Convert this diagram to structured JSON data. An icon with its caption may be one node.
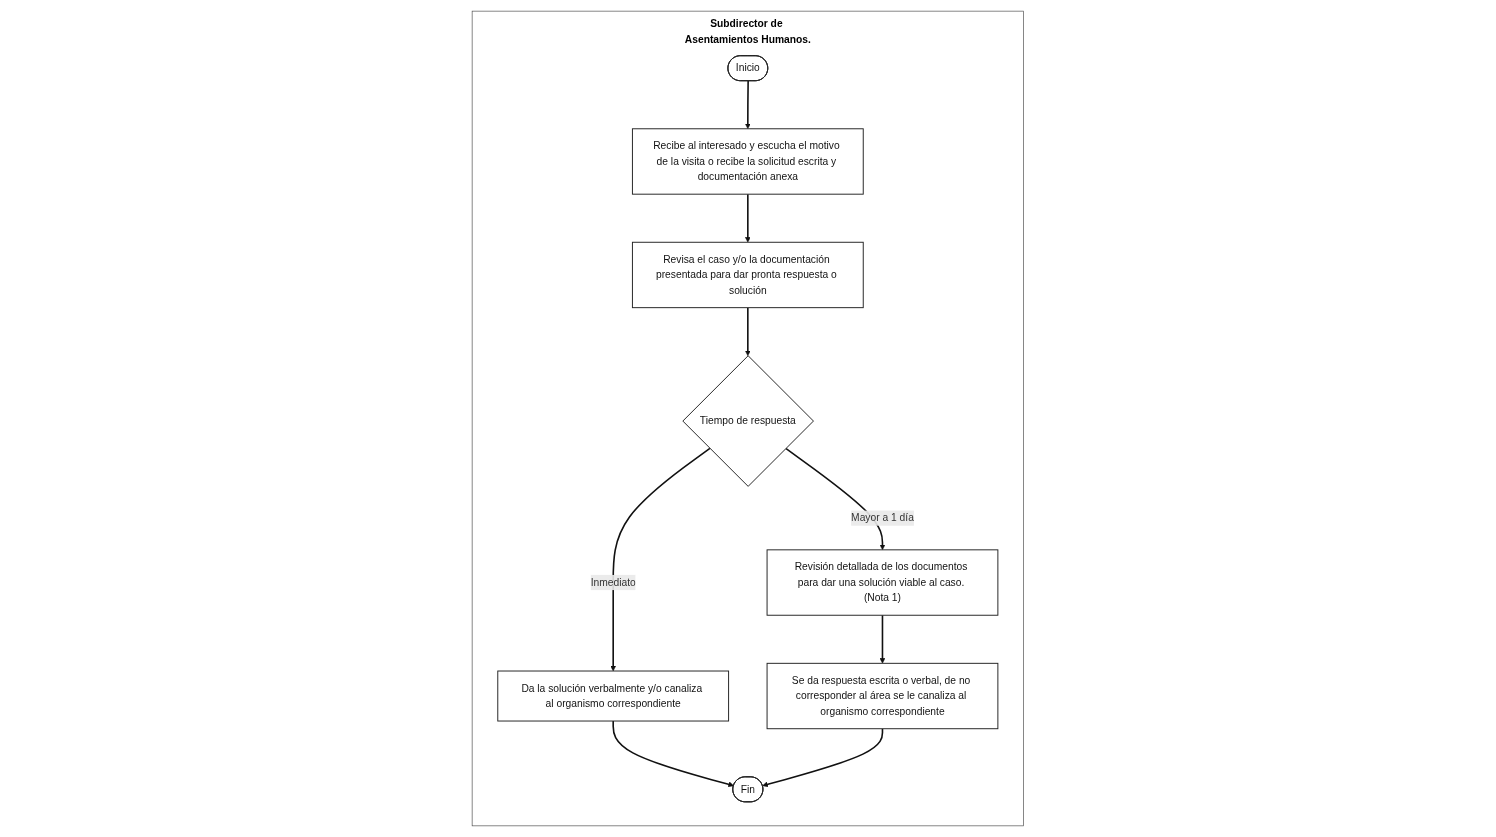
{
  "diagram": {
    "nodes": [
      {
        "text": [
          "Subdirector de Asentamientos Humanos."
        ]
      },
      {
        "text": [
          "Inicio"
        ],
        "in": 0
      },
      {
        "text": [
          "Recibe al interesado y escucha el motivo de la visita o recibe la solicitud escrita y documentación anexa"
        ],
        "in": 0
      },
      {
        "text": [
          "Revisa el caso y/o la documentación presentada para dar pronta respuesta o solución"
        ],
        "in": 0
      },
      {
        "text": [
          "Tiempo de respuesta"
        ],
        "in": 0
      },
      {
        "text": [
          "Revisión detallada de los documentos para dar una solución viable al caso. (Nota 1)"
        ],
        "in": 0
      },
      {
        "text": [
          "Da la solución verbalmente y/o canaliza al organismo correspondiente"
        ],
        "in": 0
      },
      {
        "text": [
          "Se da respuesta escrita o verbal, de no corresponder al área se le canaliza al organismo correspondiente"
        ],
        "in": 0
      },
      {
        "text": [
          "Fin"
        ],
        "in": 0
      }
    ],
    "edges": [
      {
        "from": 1,
        "to": 2,
        "arrow": "to"
      },
      {
        "from": 2,
        "to": 3,
        "arrow": "to"
      },
      {
        "from": 3,
        "to": 4,
        "arrow": "to"
      },
      {
        "from": 4,
        "to": 5,
        "arrow": "to",
        "label": "Mayor a 1 día"
      },
      {
        "from": 4,
        "to": 6,
        "arrow": "to",
        "label": "Inmediato"
      },
      {
        "from": 5,
        "to": 7,
        "arrow": "to"
      },
      {
        "from": 6,
        "to": 8,
        "arrow": "to"
      },
      {
        "from": 7,
        "to": 8,
        "arrow": "to"
      }
    ]
  }
}
